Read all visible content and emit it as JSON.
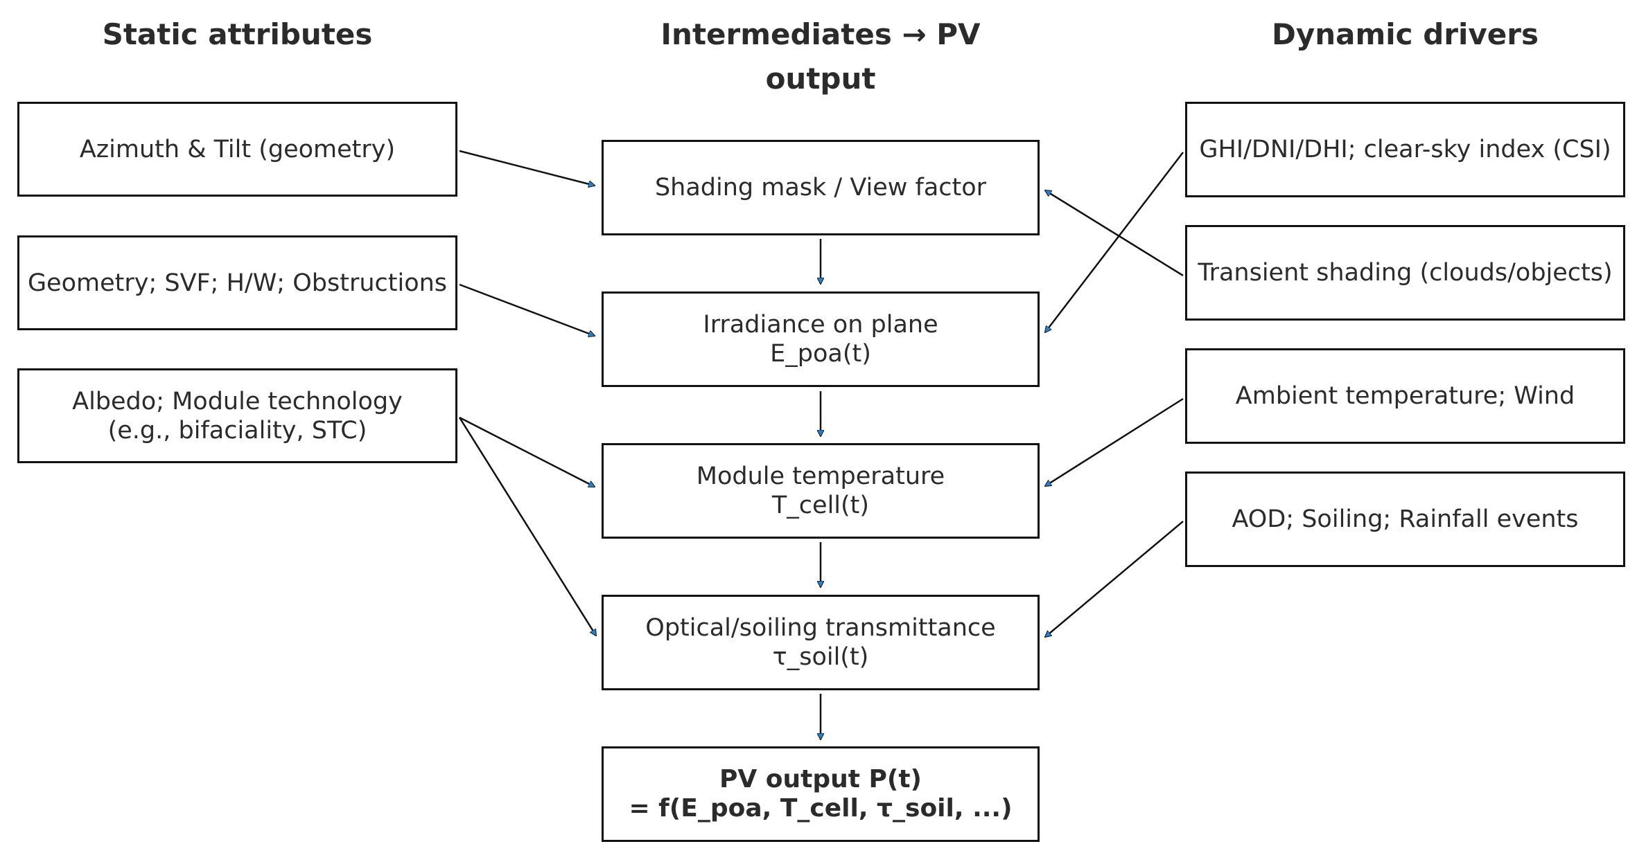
{
  "columns": {
    "left": "Static attributes",
    "middle": "Intermediates → PV output",
    "right": "Dynamic drivers"
  },
  "static": {
    "geometry": [
      "Azimuth & Tilt (geometry)"
    ],
    "obstructions": [
      "Geometry; SVF; H/W; Obstructions"
    ],
    "albedo": [
      "Albedo; Module technology",
      "(e.g., bifaciality, STC)"
    ]
  },
  "intermediates": {
    "shading": [
      "Shading mask / View factor"
    ],
    "irradiance": [
      "Irradiance on plane",
      "E_poa(t)"
    ],
    "temperature": [
      "Module temperature",
      "T_cell(t)"
    ],
    "soiling": [
      "Optical/soiling transmittance",
      "τ_soil(t)"
    ],
    "output": [
      "PV output P(t)",
      "= f(E_poa, T_cell, τ_soil, ...)"
    ]
  },
  "dynamic": {
    "ghi": [
      "GHI/DNI/DHI; clear-sky index (CSI)"
    ],
    "transient": [
      "Transient shading (clouds/objects)"
    ],
    "ambient": [
      "Ambient temperature; Wind"
    ],
    "aod": [
      "AOD; Soiling; Rainfall events"
    ]
  },
  "colors": {
    "arrowhead": "#2a7fc9",
    "stroke": "#111111"
  }
}
